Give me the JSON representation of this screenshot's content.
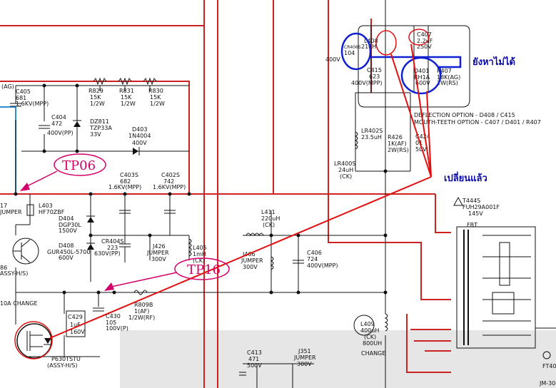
{
  "labels": {
    "ag_top": "(AG)",
    "c405": "C405",
    "c405_v": "681",
    "c405_r": "1.6KV(MPP)",
    "c404": "C404",
    "c404_v": "472",
    "c404_r": "400V(PP)",
    "r829": "R829",
    "r829_v": "15K",
    "r829_p": "1/2W",
    "r831": "R831",
    "r831_v": "15K",
    "r831_p": "1/2W",
    "r830": "R830",
    "r830_v": "15K",
    "r830_p": "1/2W",
    "dz811": "DZ811",
    "dz811_v": "TZP33A",
    "dz811_r": "33V",
    "d403": "D403",
    "d403_v": "1N4004",
    "d403_r": "400V",
    "c403s": "C403S",
    "c403s_v": "682",
    "c403s_r": "1.6KV(MPP)",
    "c402s": "C402S",
    "c402s_v": "742",
    "c402s_r": "1.6KV(MPP)",
    "l403": "L403",
    "l403_v": "HF70ZBF",
    "jumper17": "17",
    "jumper17_l": "JUMPER",
    "d404": "D404",
    "d404_v": "DGP30L",
    "d404_r": "1500V",
    "d408": "D408",
    "d408_v": "GUR450L-5700",
    "d408_r": "600V",
    "cr404s": "CR404S",
    "cr404s_v": "223",
    "cr404s_r": "630V(PP)",
    "j426": "J426",
    "j426_l": "JUMPER",
    "j426_r": "300V",
    "l405": "L405",
    "l405_v": "1mH",
    "l405_r": "(CK)",
    "l411": "L411",
    "l411_v": "220uH",
    "l411_r": "(CK)",
    "j406": "J406",
    "j406_l": "JUMPER",
    "j406_r": "300V",
    "c406": "C406",
    "c406_v": "724",
    "c406_r": "400V(MPP)",
    "q_ref": "86",
    "q_assy": "ASSY-H/S)",
    "change_left": "10A CHANGE",
    "c429": "C429",
    "c429_v": "1uF",
    "c429_r": "160V",
    "c430": "C430",
    "c430_v": "105",
    "c430_r": "100V(P)",
    "r809b": "R809B",
    "r809b_v": "1(AF)",
    "r809b_r": "1/2W(RF)",
    "q_bottom": "P630TSTU",
    "q_bottom_assy": "(ASSY-H/S)",
    "l409": "L409",
    "l409_v": "400uH",
    "l409_r": "(CK)",
    "l409_n": "800UH",
    "change_mid": "CHANGE",
    "c413": "C413",
    "c413_v": "471",
    "c413_r": "500V",
    "j351": "J351",
    "j351_l": "JUMPER",
    "j351_r": "300V",
    "cr406s": "CR406S",
    "cr406s_v": "104",
    "cr406s_r": "400V",
    "l408": "L408",
    "l408_v": "21uH",
    "c407": "C407",
    "c407_v": "2.2uF",
    "c407_r": "250V",
    "c415": "C415",
    "c415_v": "623",
    "c415_r": "400V(MPP)",
    "d401": "D401",
    "d401_v": "RH1A",
    "d401_r": "600V",
    "r407": "R407",
    "r407_v": "18K(AG)",
    "r407_r": "2W(RS)",
    "deflection_option": "DEFLECTION OPTION - D408 / C415",
    "mouth_option": "MOUTH-TEETH OPTION - C407 / D401 / R407",
    "lr402s": "LR402S",
    "lr402s_v": "23.5uH",
    "r426": "R426",
    "r426_v": "1K(AF)",
    "r426_r": "2W(RS)",
    "lr400s": "LR400S",
    "lr400s_v": "24uH",
    "lr400s_r": "(CK)",
    "c424": "C424",
    "c424_v": "01",
    "c424_r": "50V",
    "t444s": "T444S",
    "t444s_v": "FUH29A001F",
    "t444s_r": "145V",
    "fbt": "FBT",
    "ft40": "FT40",
    "jm30": "JM-30"
  },
  "annotations": {
    "tp06": "TP06",
    "tp16": "TP16",
    "not_done_thai": "ยังหาไม่ได้",
    "changed_thai": "เปลี่ยนแล้ว"
  },
  "colors": {
    "wire": "#111111",
    "red_wire": "#cc2222",
    "blue_wire": "#2a8fd6",
    "annotation_magenta": "#d4006a",
    "annotation_red": "#e01010",
    "annotation_blue": "#1020d0",
    "shaded_area": "#e6e6e6"
  },
  "icons": {
    "transistor_q_left": "npn-transistor-icon",
    "mosfet_bottom": "mosfet-transistor-icon",
    "flyback_transformer": "transformer-icon"
  }
}
